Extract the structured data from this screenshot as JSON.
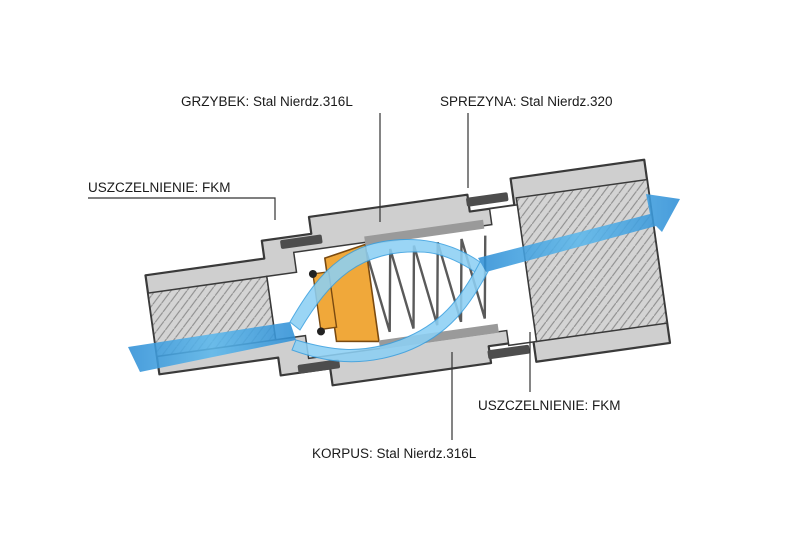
{
  "diagram": {
    "labels": {
      "disc": "GRZYBEK: Stal Nierdz.316L",
      "spring": "SPREZYNA: Stal Nierdz.320",
      "seal_left": "USZCZELNIENIE: FKM",
      "seal_right": "USZCZELNIENIE: FKM",
      "body": "KORPUS: Stal Nierdz.316L"
    },
    "colors": {
      "body": "#cfcfcf",
      "body_edge": "#3a3a3a",
      "cavity": "#ffffff",
      "disc": "#f0a83a",
      "spring": "#666666",
      "seal": "#4d4d4d",
      "flow": "#3aa0e0",
      "flow_light": "#bfe3f7"
    }
  }
}
